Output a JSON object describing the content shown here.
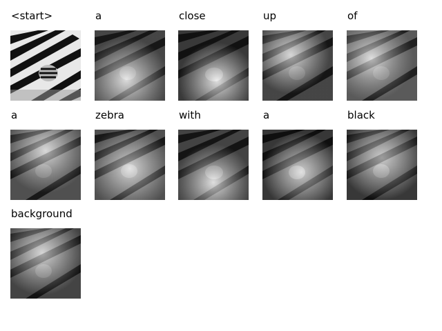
{
  "title": "",
  "captions": [
    {
      "word": "<start>"
    },
    {
      "word": "a"
    },
    {
      "word": "close"
    },
    {
      "word": "up"
    },
    {
      "word": "of"
    },
    {
      "word": "a"
    },
    {
      "word": "zebra"
    },
    {
      "word": "with"
    },
    {
      "word": "a"
    },
    {
      "word": "black"
    },
    {
      "word": "background"
    }
  ],
  "image_style": {
    "subject": "zebra close-up",
    "colors": {
      "background": "#ffffff",
      "stripe_dark": "#0d0d0d",
      "stripe_light": "#f0f0f0"
    }
  }
}
